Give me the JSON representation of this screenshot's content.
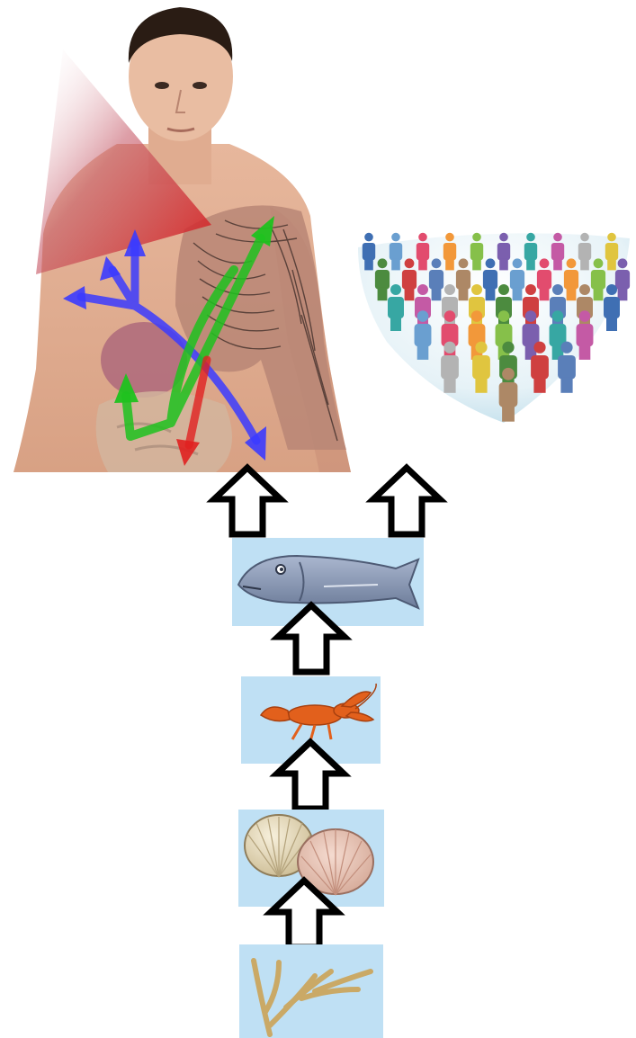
{
  "diagram": {
    "flow": [
      "seaweed",
      "shellfish",
      "crustacean",
      "fish",
      "human",
      "population"
    ],
    "arrow_style": "hollow-up-arrow",
    "tile_color": "#bfe0f4",
    "arrow_colors": {
      "blue": "#3b3bff",
      "green": "#1fc21f",
      "red": "#e02020"
    },
    "icons": {
      "human": "human-torso-icon",
      "crowd": "crowd-icon",
      "fish": "fish-icon",
      "lobster": "lobster-icon",
      "shells": "scallop-shells-icon",
      "seaweed": "seaweed-icon"
    }
  }
}
